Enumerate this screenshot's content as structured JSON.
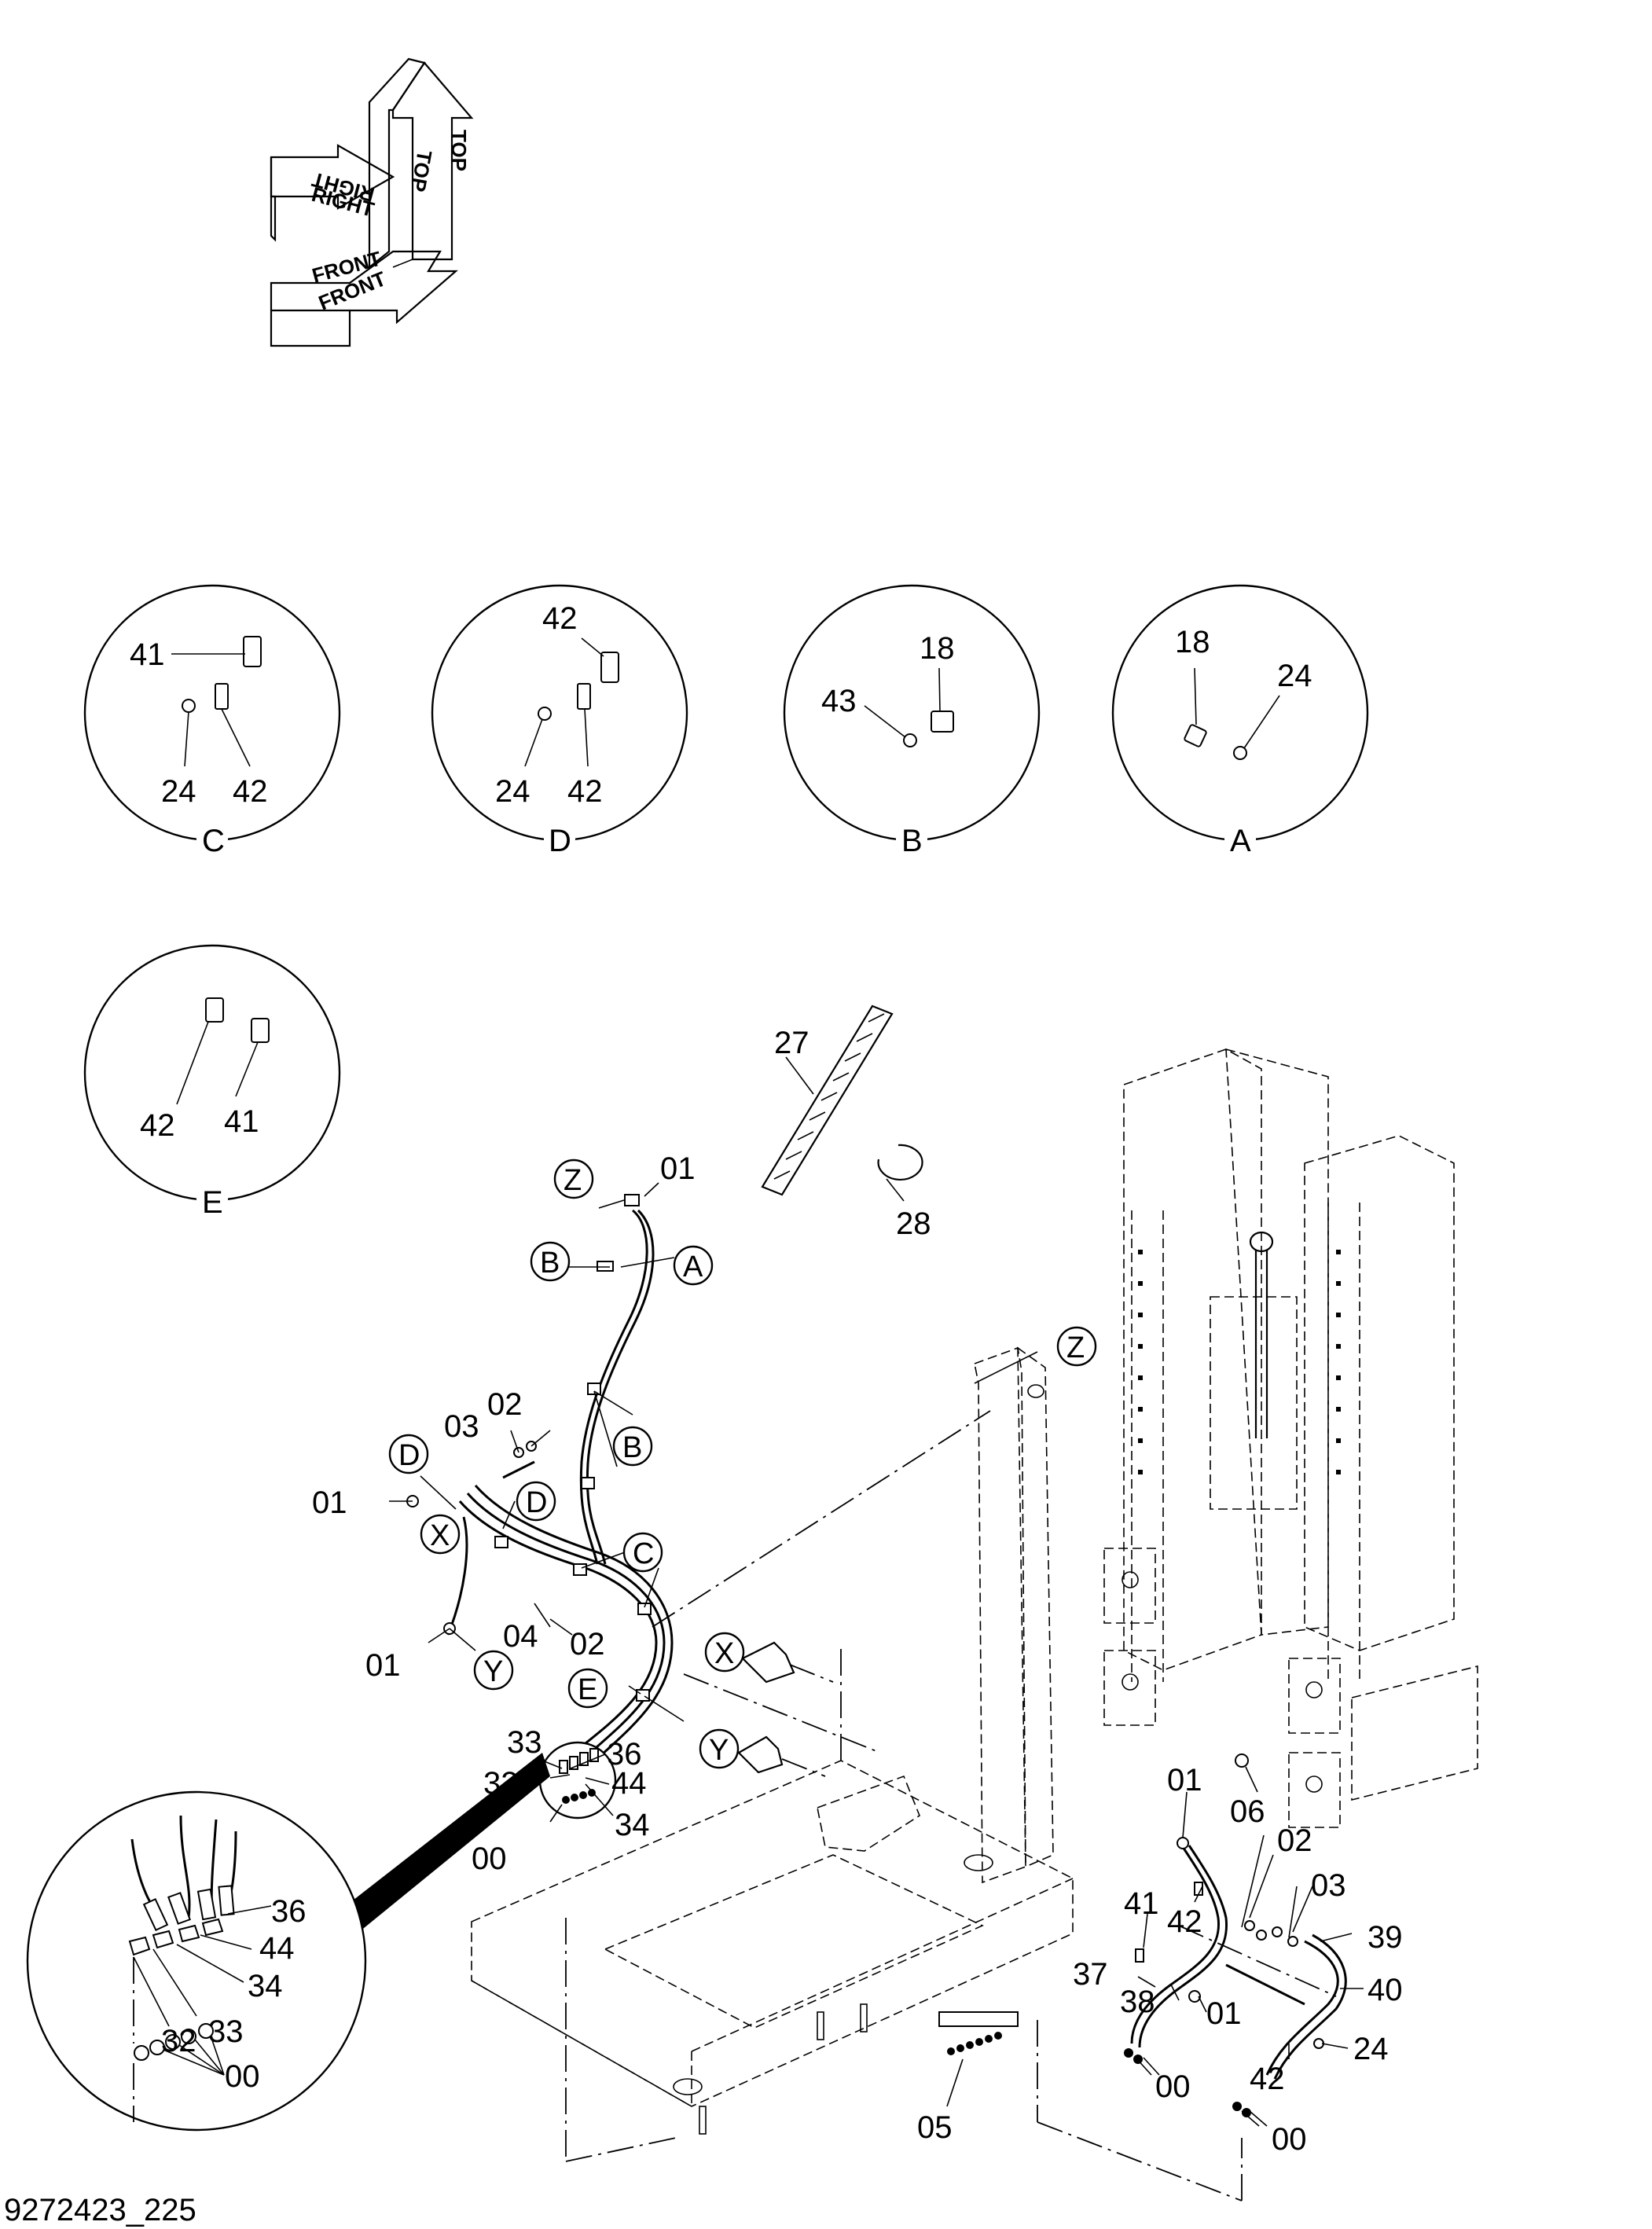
{
  "drawing_number": "9272423_225",
  "orientation_indicator": {
    "top": "TOP",
    "right": "RIGHT",
    "front": "FRONT"
  },
  "detail_views": [
    {
      "id": "C",
      "parts": [
        "41",
        "24",
        "42"
      ]
    },
    {
      "id": "D",
      "parts": [
        "42",
        "24",
        "42"
      ]
    },
    {
      "id": "B",
      "parts": [
        "18",
        "43"
      ]
    },
    {
      "id": "A",
      "parts": [
        "18",
        "24"
      ]
    },
    {
      "id": "E",
      "parts": [
        "42",
        "41"
      ]
    }
  ],
  "magnified_view": {
    "parts": [
      "36",
      "44",
      "34",
      "33",
      "32",
      "00"
    ]
  },
  "main_callouts": [
    "01",
    "27",
    "28",
    "02",
    "03",
    "01",
    "04",
    "02",
    "01",
    "33",
    "36",
    "32",
    "44",
    "34",
    "00",
    "06",
    "01",
    "02",
    "03",
    "41",
    "42",
    "39",
    "37",
    "38",
    "01",
    "40",
    "24",
    "00",
    "42",
    "05",
    "00"
  ],
  "circled_refs": [
    "Z",
    "B",
    "A",
    "B",
    "D",
    "D",
    "C",
    "X",
    "Y",
    "E",
    "Z",
    "X",
    "Y"
  ]
}
